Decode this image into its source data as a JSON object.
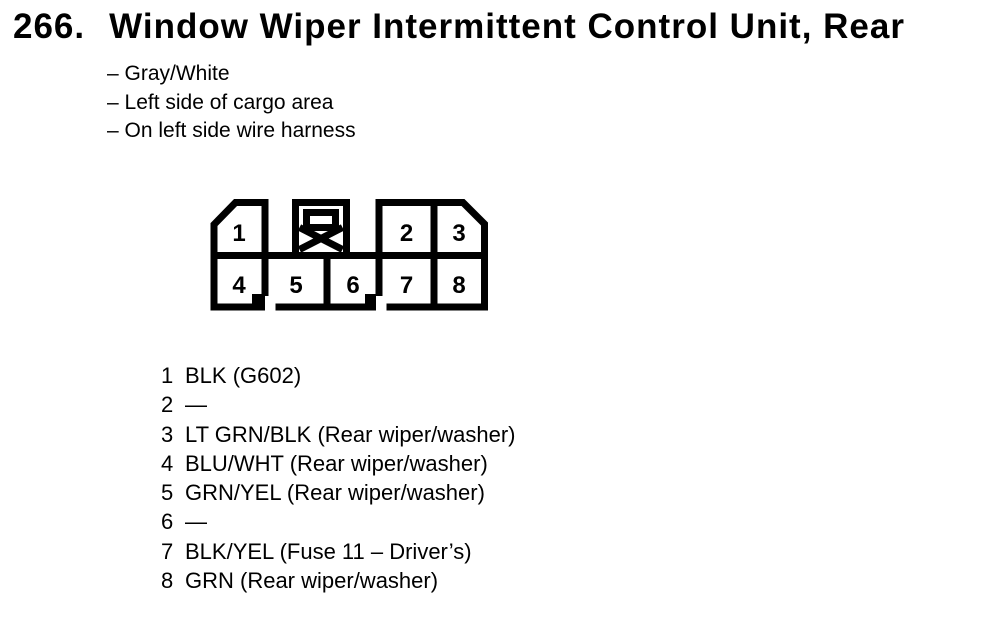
{
  "header": {
    "number": "266.",
    "title": "Window Wiper Intermittent Control Unit, Rear"
  },
  "notes": [
    "– Gray/White",
    "– Left side of cargo area",
    "– On left side wire harness"
  ],
  "connector": {
    "cavities": [
      "1",
      "2",
      "3",
      "4",
      "5",
      "6",
      "7",
      "8"
    ]
  },
  "pins": [
    {
      "pin": "1",
      "desc": "BLK (G602)"
    },
    {
      "pin": "2",
      "desc": "—"
    },
    {
      "pin": "3",
      "desc": "LT GRN/BLK (Rear wiper/washer)"
    },
    {
      "pin": "4",
      "desc": "BLU/WHT (Rear wiper/washer)"
    },
    {
      "pin": "5",
      "desc": "GRN/YEL (Rear wiper/washer)"
    },
    {
      "pin": "6",
      "desc": "—"
    },
    {
      "pin": "7",
      "desc": "BLK/YEL (Fuse 11 – Driver’s)"
    },
    {
      "pin": "8",
      "desc": "GRN (Rear wiper/washer)"
    }
  ],
  "colors": {
    "ink": "#000000",
    "background": "#ffffff"
  }
}
